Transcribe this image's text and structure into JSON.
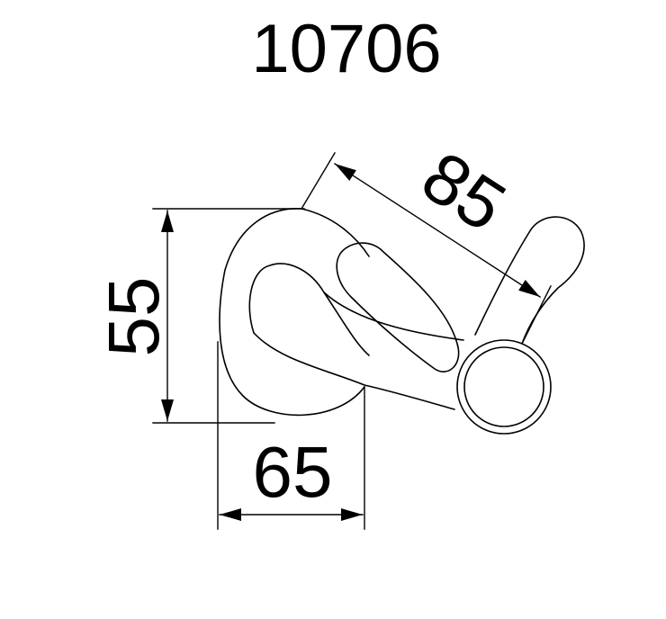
{
  "drawing": {
    "model_number": "10706",
    "dimensions": {
      "width": "65",
      "height": "55",
      "arm_length": "85"
    },
    "colors": {
      "line": "#000000",
      "background": "#ffffff"
    }
  }
}
